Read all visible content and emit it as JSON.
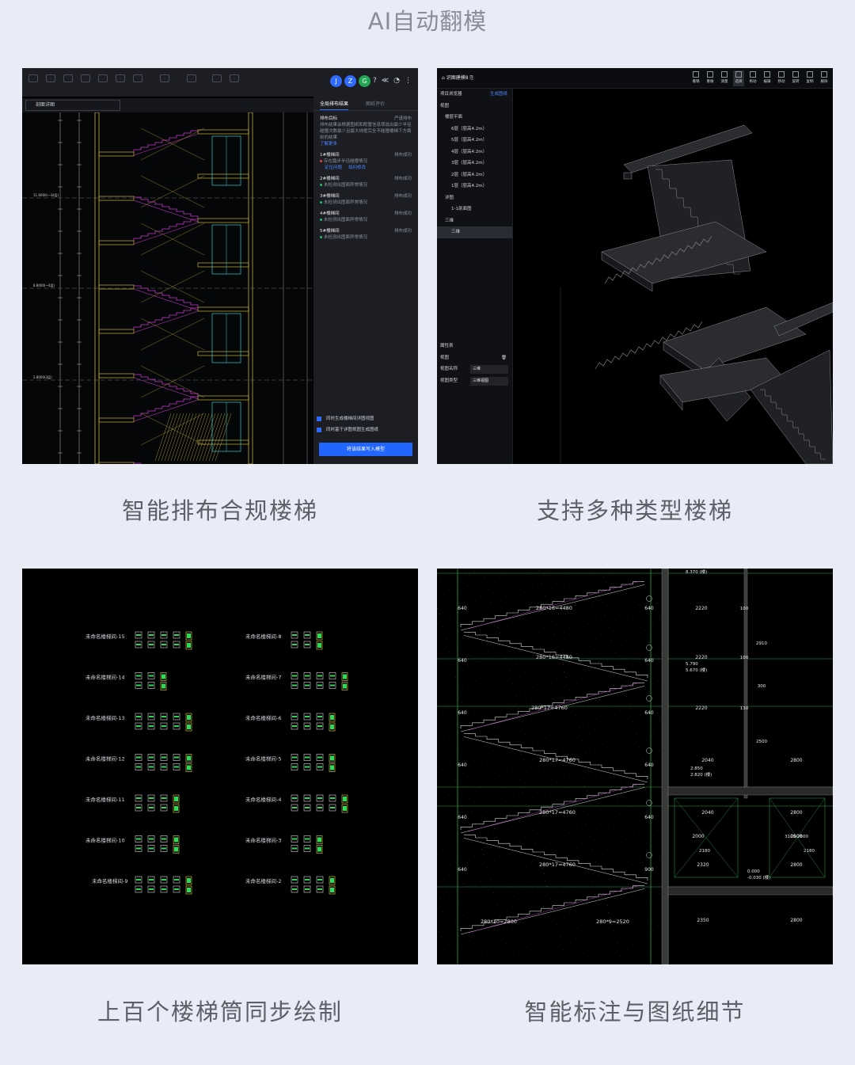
{
  "page": {
    "title": "AI自动翻模"
  },
  "captions": {
    "c1": "智能排布合规楼梯",
    "c2": "支持多种类型楼梯",
    "c3": "上百个楼梯筒同步绘制",
    "c4": "智能标注与图纸细节"
  },
  "colors": {
    "background": "#e9ecf6",
    "primary_button": "#2166ff",
    "link": "#4d86ff",
    "cad_yellow": "#c9b23a",
    "cad_magenta": "#c23ac9",
    "cad_cyan": "#3ac9c9",
    "cad_green": "#2ea84a"
  },
  "panel1": {
    "avatars": [
      {
        "letter": "J",
        "color": "#2f6bff"
      },
      {
        "letter": "Z",
        "color": "#2f6bff"
      },
      {
        "letter": "G",
        "color": "#23a653"
      }
    ],
    "header_icons": [
      "?",
      "≪",
      "◔",
      "⋮"
    ],
    "view_select": "剖面详图",
    "tabs": {
      "active": "全局排布结果",
      "inactive": "图纸评价"
    },
    "goal": {
      "label": "排布目标",
      "status": "严谨排布",
      "desc": "排布结果会根据图纸和配置信息筛选出最少半径碰撞次数最少且最大线框完全不碰撞楼梯下方面前的结果",
      "more": "了解更多"
    },
    "items": [
      {
        "name": "1#楼梯间",
        "status": "排布成功",
        "note": "存在踏步半径碰撞情况",
        "dot": "#e0403a",
        "links": [
          "定位问题",
          "如何修改"
        ]
      },
      {
        "name": "2#楼梯间",
        "status": "排布成功",
        "note": "未检测出图面异常情况",
        "dot": "#23c16b"
      },
      {
        "name": "3#楼梯间",
        "status": "排布成功",
        "note": "未检测出图面异常情况",
        "dot": "#23c16b"
      },
      {
        "name": "4#楼梯间",
        "status": "排布成功",
        "note": "未检测出图面异常情况",
        "dot": "#23c16b"
      },
      {
        "name": "5#楼梯间",
        "status": "排布成功",
        "note": "未检测出图面异常情况",
        "dot": "#23c16b"
      }
    ],
    "checks": [
      "同时生成楼梯间详图视图",
      "同时基于详图视图生成图纸"
    ],
    "button": "将该结果写入模型",
    "elevations": [
      "11.6000(~34层)",
      "8.8000(~4层)",
      "2.8000(3层)"
    ]
  },
  "panel2": {
    "project": "识图建模8",
    "tools": [
      "撤销",
      "重做",
      "测量",
      "选择",
      "拖动",
      "编辑",
      "移动",
      "旋转",
      "复制",
      "删除"
    ],
    "selected_tool": "选择",
    "sidebar": {
      "header": "项目浏览器",
      "action": "生成图纸",
      "tree": [
        {
          "text": "视图",
          "level": 1
        },
        {
          "text": "楼层平面",
          "level": 2
        },
        {
          "text": "6层（层高4.2m）",
          "level": 3
        },
        {
          "text": "5层（层高4.2m）",
          "level": 3
        },
        {
          "text": "4层（层高4.2m）",
          "level": 3
        },
        {
          "text": "3层（层高4.2m）",
          "level": 3
        },
        {
          "text": "2层（层高4.2m）",
          "level": 3
        },
        {
          "text": "1层（层高4.2m）",
          "level": 3
        },
        {
          "text": "详图",
          "level": 2
        },
        {
          "text": "1-1剖面图",
          "level": 3
        },
        {
          "text": "三维",
          "level": 2
        },
        {
          "text": "三维",
          "level": 3,
          "selected": true
        }
      ]
    },
    "properties": {
      "header": "属性表",
      "section": "视图",
      "fields": [
        {
          "label": "视图名称",
          "value": "三维"
        },
        {
          "label": "视图类型",
          "value": "三维视图"
        }
      ]
    }
  },
  "panel3": {
    "left": [
      "未命名楼梯间-15",
      "未命名楼梯间-14",
      "未命名楼梯间-13",
      "未命名楼梯间-12",
      "未命名楼梯间-11",
      "未命名楼梯间-10",
      "未命名楼梯间-9"
    ],
    "right": [
      "未命名楼梯间-8",
      "未命名楼梯间-7",
      "未命名楼梯间-6",
      "未命名楼梯间-5",
      "未命名楼梯间-4",
      "未命名楼梯间-3",
      "未命名楼梯间-2"
    ]
  },
  "panel4": {
    "stair_dims": [
      "280*16=4480",
      "280*16=4480",
      "280*17=4760",
      "280*17=4760",
      "280*17=4760",
      "280*17=4760",
      "280*10=2800",
      "280*9=2520"
    ],
    "left_dims": [
      "640",
      "640",
      "640",
      "640",
      "640",
      "640"
    ],
    "mid_dims": [
      "640",
      "640",
      "640",
      "640",
      "640",
      "900"
    ],
    "right_dims": [
      "2220",
      "2220",
      "2220",
      "2040",
      "2040",
      "2000",
      "2320",
      "2350"
    ],
    "far_dims": [
      "2800",
      "2800",
      "2800",
      "2800",
      "2800"
    ],
    "elevations": [
      "8.370 (楼)",
      "5.790",
      "5.670 (楼)",
      "2.850",
      "2.820 (楼)",
      "0.000",
      "-0.030 (楼)"
    ],
    "misc": [
      "100",
      "100",
      "130",
      "2910",
      "3105 2800",
      "2500",
      "2180",
      "2180",
      "300"
    ]
  }
}
